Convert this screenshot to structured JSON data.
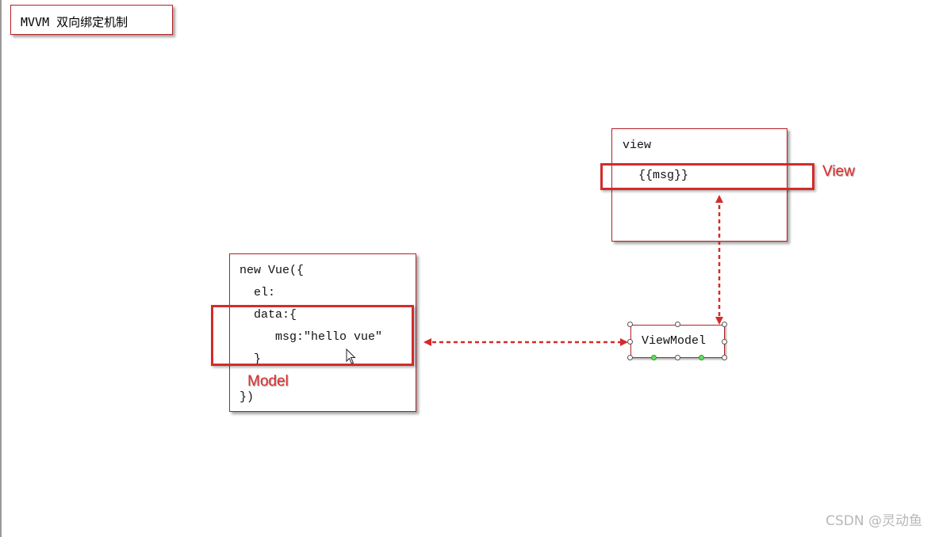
{
  "title": "MVVM 双向绑定机制",
  "view_box": {
    "header": "view",
    "binding": "{{msg}}"
  },
  "model_box": {
    "lines": [
      "new Vue({",
      "  el:",
      "  data:{",
      "     msg:\"hello vue\"",
      "  }",
      "})"
    ]
  },
  "viewmodel_box": {
    "label": "ViewModel"
  },
  "labels": {
    "view": "View",
    "model": "Model"
  },
  "watermark": "CSDN @灵动鱼",
  "colors": {
    "accent_red": "#d42b2b",
    "box_border": "#b51f25",
    "handle_green": "#5ee35e"
  },
  "icons": {
    "cursor": "mouse-pointer-icon"
  }
}
